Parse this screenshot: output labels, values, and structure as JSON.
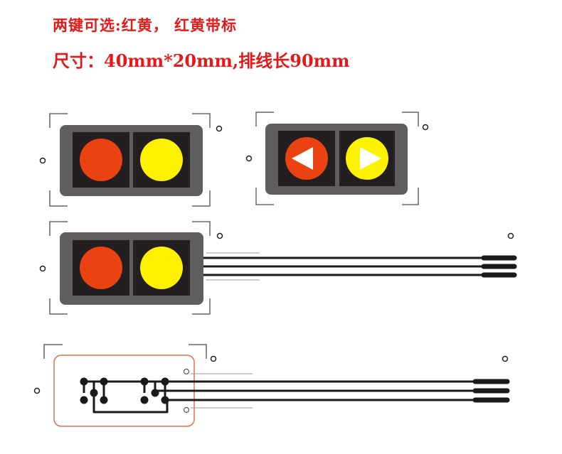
{
  "header": {
    "line1": "两键可选:红黄， 红黄带标",
    "line2": "尺寸：40mm*20mm,排线长90mm"
  },
  "colors": {
    "title_red": "#e41a1a",
    "frame_gray": "#5f5d5d",
    "cell_black": "#231f20",
    "button_red": "#ea4210",
    "button_yellow": "#fff200",
    "pcb_outline": "#e0704a",
    "cable_black": "#1a1a1a"
  },
  "variants": [
    {
      "id": "red-yellow-plain",
      "buttons": [
        "red-button",
        "yellow-button"
      ]
    },
    {
      "id": "red-yellow-arrows",
      "buttons": [
        "red-left-arrow-button",
        "yellow-right-arrow-button"
      ]
    },
    {
      "id": "with-ribbon-cable",
      "buttons": [
        "red-button",
        "yellow-button"
      ]
    },
    {
      "id": "circuit-layout",
      "buttons": []
    }
  ]
}
